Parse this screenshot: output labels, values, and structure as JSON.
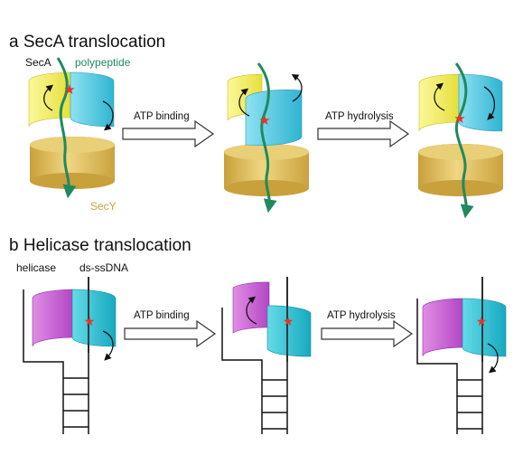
{
  "colors": {
    "secA_yellow": "#f2ee62",
    "secA_cyan": "#4fcbe3",
    "secY_gold": "#e4c25c",
    "polypeptide": "#1f8a5e",
    "star": "#e8332a",
    "helicase_magenta": "#c85cd2",
    "helicase_cyan": "#2cc6d6",
    "dna": "#111111",
    "arrow_outline": "#333333"
  },
  "panel_a": {
    "title": "a SecA translocation",
    "labels": {
      "seca": "SecA",
      "polypeptide": "polypeptide",
      "secy": "SecY"
    },
    "arrows": {
      "step1": "ATP binding",
      "step2": "ATP hydrolysis"
    }
  },
  "panel_b": {
    "title": "b Helicase translocation",
    "labels": {
      "helicase": "helicase",
      "dna": "ds-ssDNA"
    },
    "arrows": {
      "step1": "ATP binding",
      "step2": "ATP hydrolysis"
    }
  }
}
